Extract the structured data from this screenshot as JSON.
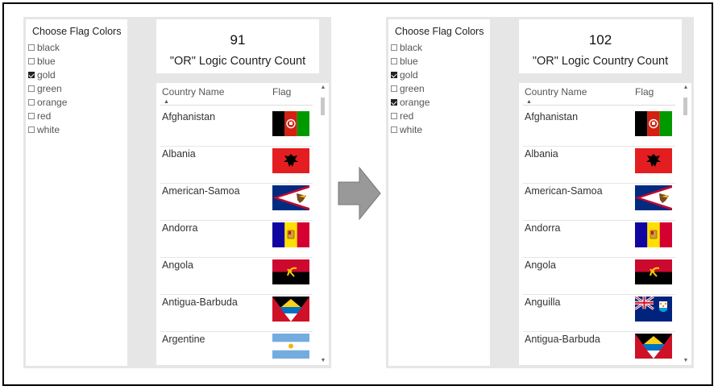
{
  "left": {
    "slicer": {
      "title": "Choose Flag Colors",
      "items": [
        {
          "label": "black",
          "checked": false
        },
        {
          "label": "blue",
          "checked": false
        },
        {
          "label": "gold",
          "checked": true
        },
        {
          "label": "green",
          "checked": false
        },
        {
          "label": "orange",
          "checked": false
        },
        {
          "label": "red",
          "checked": false
        },
        {
          "label": "white",
          "checked": false
        }
      ]
    },
    "card": {
      "value": "91",
      "label": "\"OR\" Logic Country Count"
    },
    "table": {
      "col_name": "Country Name",
      "col_flag": "Flag",
      "rows": [
        {
          "name": "Afghanistan",
          "flag": "afghanistan-flag-icon"
        },
        {
          "name": "Albania",
          "flag": "albania-flag-icon"
        },
        {
          "name": "American-Samoa",
          "flag": "american-samoa-flag-icon"
        },
        {
          "name": "Andorra",
          "flag": "andorra-flag-icon"
        },
        {
          "name": "Angola",
          "flag": "angola-flag-icon"
        },
        {
          "name": "Antigua-Barbuda",
          "flag": "antigua-barbuda-flag-icon"
        },
        {
          "name": "Argentine",
          "flag": "argentina-flag-icon"
        }
      ]
    }
  },
  "right": {
    "slicer": {
      "title": "Choose Flag Colors",
      "items": [
        {
          "label": "black",
          "checked": false
        },
        {
          "label": "blue",
          "checked": false
        },
        {
          "label": "gold",
          "checked": true
        },
        {
          "label": "green",
          "checked": false
        },
        {
          "label": "orange",
          "checked": true
        },
        {
          "label": "red",
          "checked": false
        },
        {
          "label": "white",
          "checked": false
        }
      ]
    },
    "card": {
      "value": "102",
      "label": "\"OR\" Logic Country Count"
    },
    "table": {
      "col_name": "Country Name",
      "col_flag": "Flag",
      "rows": [
        {
          "name": "Afghanistan",
          "flag": "afghanistan-flag-icon"
        },
        {
          "name": "Albania",
          "flag": "albania-flag-icon"
        },
        {
          "name": "American-Samoa",
          "flag": "american-samoa-flag-icon"
        },
        {
          "name": "Andorra",
          "flag": "andorra-flag-icon"
        },
        {
          "name": "Angola",
          "flag": "angola-flag-icon"
        },
        {
          "name": "Anguilla",
          "flag": "anguilla-flag-icon"
        },
        {
          "name": "Antigua-Barbuda",
          "flag": "antigua-barbuda-flag-icon"
        }
      ]
    }
  },
  "icons": {
    "transition_arrow": "right-arrow-icon",
    "checkbox": "checkbox-icon",
    "sort": "sort-ascending-icon",
    "scroll_up": "scroll-up-icon",
    "scroll_down": "scroll-down-icon"
  },
  "colors": {
    "panel_bg": "#e6e6e6",
    "arrow_fill": "#999999",
    "flag_red": "#e41e20",
    "flag_black": "#000000",
    "flag_green": "#009a00",
    "flag_blue": "#002b7f",
    "flag_gold": "#fcd116"
  }
}
